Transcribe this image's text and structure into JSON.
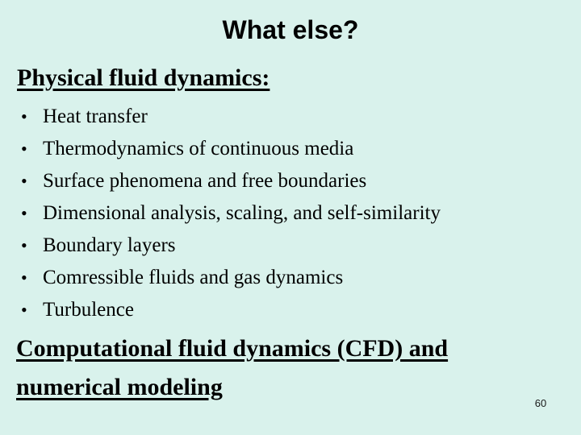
{
  "slide": {
    "title": "What else?",
    "bullet_char": "•",
    "section_physical": {
      "heading": "Physical fluid dynamics:",
      "bullets": [
        "Heat transfer",
        "Thermodynamics of continuous media",
        "Surface phenomena and free boundaries",
        "Dimensional analysis, scaling, and self-similarity",
        "Boundary layers",
        "Comressible fluids and gas dynamics",
        "Turbulence"
      ]
    },
    "section_cfd": {
      "line1": "Computational fluid dynamics (CFD) and",
      "line2": "numerical modeling"
    },
    "page_number": "60",
    "colors": {
      "background": "#d9f2ec",
      "text": "#000000"
    }
  }
}
